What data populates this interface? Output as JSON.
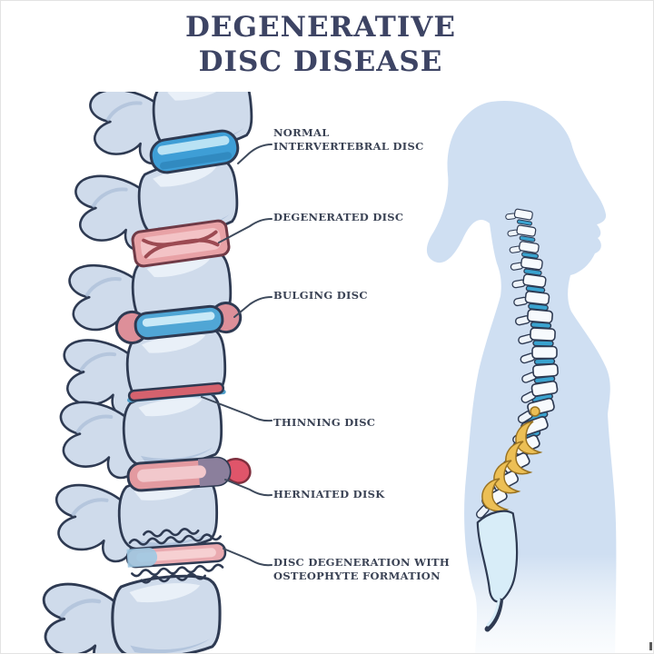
{
  "title": {
    "line1": "DEGENERATIVE",
    "line2": "DISC DISEASE"
  },
  "callouts": [
    {
      "line1": "NORMAL",
      "line2": "INTERVERTEBRAL DISC"
    },
    {
      "line1": "DEGENERATED DISC",
      "line2": ""
    },
    {
      "line1": "BULGING DISC",
      "line2": ""
    },
    {
      "line1": "THINNING DISC",
      "line2": ""
    },
    {
      "line1": "HERNIATED DISK",
      "line2": ""
    },
    {
      "line1": "DISC DEGENERATION WITH",
      "line2": "OSTEOPHYTE FORMATION"
    }
  ],
  "colors": {
    "title_text": "#3d4464",
    "label_text": "#3a4254",
    "outline_navy": "#2e3a52",
    "leader_line": "#3e4a5c",
    "bone_fill": "#cfdbeb",
    "bone_highlight": "#e9f0f8",
    "bone_shadow": "#aec1da",
    "normal_disc_blue": "#3e9ed6",
    "normal_disc_highlight": "#b9e2f4",
    "degenerated_disc_pink": "#e8a2a6",
    "degenerated_pattern_red": "#9c4a52",
    "bulging_center_blue": "#50a6d5",
    "bulging_end_pink": "#dd8f99",
    "thinning_disc_red": "#d5626e",
    "herniated_disc_pink": "#e39aa0",
    "herniated_cap_purple": "#8b7f9c",
    "herniated_bulge_red": "#e0556a",
    "osteophyte_disc_pink": "#eaaab0",
    "silhouette_fill": "#cfdff2",
    "spine_disc_blue": "#3aa3cf",
    "nerve_yellow": "#ecbf55",
    "sacrum_fill": "#d8edf8"
  }
}
